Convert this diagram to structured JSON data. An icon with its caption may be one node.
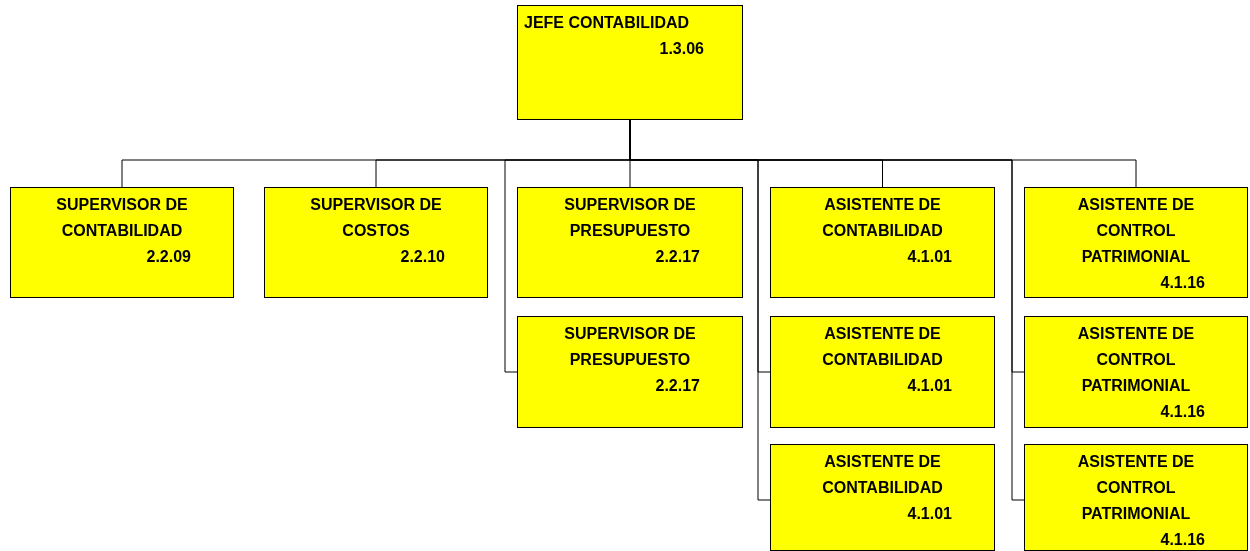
{
  "diagram": {
    "nodes": [
      {
        "text": [
          "JEFE CONTABILIDAD",
          "1.3.06"
        ]
      },
      {
        "text": [
          "SUPERVISOR DE CONTABILIDAD",
          "2.2.09"
        ]
      },
      {
        "text": [
          "SUPERVISOR DE COSTOS",
          "2.2.10"
        ]
      },
      {
        "text": [
          "SUPERVISOR DE PRESUPUESTO",
          "2.2.17"
        ]
      },
      {
        "text": [
          "ASISTENTE DE CONTABILIDAD",
          "4.1.01"
        ]
      },
      {
        "text": [
          "ASISTENTE DE CONTROL PATRIMONIAL",
          "4.1.16"
        ]
      },
      {
        "text": [
          "SUPERVISOR DE PRESUPUESTO",
          "2.2.17"
        ]
      },
      {
        "text": [
          "ASISTENTE DE CONTABILIDAD",
          "4.1.01"
        ]
      },
      {
        "text": [
          "ASISTENTE DE CONTROL PATRIMONIAL",
          "4.1.16"
        ]
      },
      {
        "text": [
          "ASISTENTE DE CONTABILIDAD",
          "4.1.01"
        ]
      },
      {
        "text": [
          "ASISTENTE DE CONTROL PATRIMONIAL",
          "4.1.16"
        ]
      }
    ],
    "edges": [
      {
        "from": 0,
        "to": 1,
        "arrow": "none"
      },
      {
        "from": 0,
        "to": 2,
        "arrow": "none"
      },
      {
        "from": 0,
        "to": 3,
        "arrow": "none"
      },
      {
        "from": 0,
        "to": 4,
        "arrow": "none"
      },
      {
        "from": 0,
        "to": 5,
        "arrow": "none"
      },
      {
        "from": 0,
        "to": 6,
        "arrow": "none"
      },
      {
        "from": 0,
        "to": 7,
        "arrow": "none"
      },
      {
        "from": 0,
        "to": 8,
        "arrow": "none"
      },
      {
        "from": 0,
        "to": 9,
        "arrow": "none"
      },
      {
        "from": 0,
        "to": 10,
        "arrow": "none"
      }
    ]
  }
}
